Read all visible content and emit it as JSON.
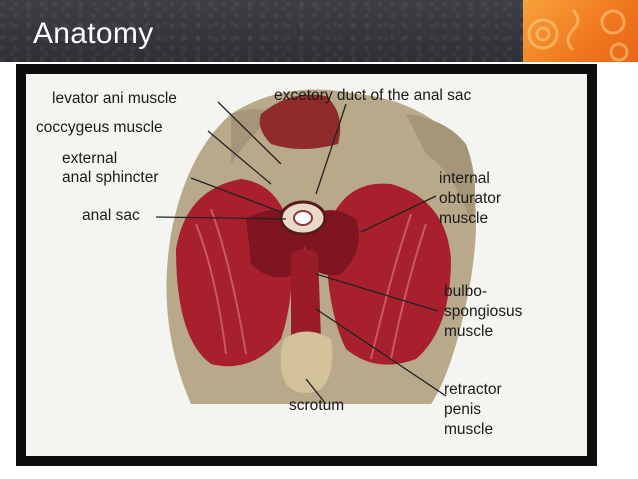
{
  "slide": {
    "title": "Anatomy"
  },
  "figure": {
    "labels": {
      "levator_ani": "levator ani muscle",
      "excretory_duct": "excetory duct of the anal sac",
      "coccygeus": "coccygeus muscle",
      "external_sphincter_1": "external",
      "external_sphincter_2": "anal sphincter",
      "anal_sac": "anal sac",
      "internal_obturator_1": "internal",
      "internal_obturator_2": "obturator",
      "internal_obturator_3": "muscle",
      "bulbo_1": "bulbo-",
      "bulbo_2": "spongiosus",
      "bulbo_3": "muscle",
      "scrotum": "scrotum",
      "retractor_1": "retractor",
      "retractor_2": "penis",
      "retractor_3": "muscle"
    }
  },
  "colors": {
    "header_bg": "#363840",
    "accent_orange": "#f0771e",
    "muscle_red": "#a8202e",
    "fur": "#b9a98b"
  }
}
